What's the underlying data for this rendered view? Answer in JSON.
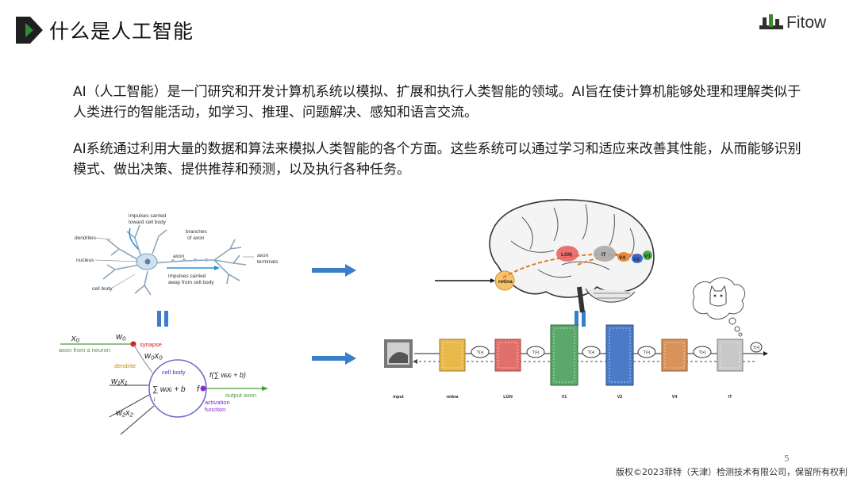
{
  "header": {
    "title": "什么是人工智能",
    "logo_text": "Fitow",
    "accent_color": "#1f1f1f",
    "logo_color": "#4a8a2a"
  },
  "body": {
    "paragraph_1": "AI（人工智能）是一门研究和开发计算机系统以模拟、扩展和执行人类智能的领域。AI旨在使计算机能够处理和理解类似于人类进行的智能活动，如学习、推理、问题解决、感知和语言交流。",
    "paragraph_2": "AI系统通过利用大量的数据和算法来模拟人类智能的各个方面。这些系统可以通过学习和适应来改善其性能，从而能够识别模式、做出决策、提供推荐和预测，以及执行各种任务。"
  },
  "neuron_figure": {
    "impulses_toward": [
      "impulses carried",
      "toward cell body"
    ],
    "branches": [
      "branches",
      "of axon"
    ],
    "dendrites": "dendrites",
    "nucleus": "nucleus",
    "axon": "axon",
    "axon_terminals": [
      "axon",
      "terminals"
    ],
    "impulses_away": [
      "impulses carried",
      "away from cell body"
    ],
    "cell_body": "cell body"
  },
  "perceptron_figure": {
    "x0": "x₀",
    "w0": "w₀",
    "synapse": "synapse",
    "axon_from_neuron": "axon from a neuron",
    "w0x0": "w₀x₀",
    "dendrite": "dendrite",
    "cell_body": "cell body",
    "sum_expr": "∑ wᵢxᵢ + b",
    "i_sub": "i",
    "f_label": "f",
    "f_expr": "f(∑ wᵢxᵢ + b)",
    "output_axon": "output axon",
    "activation": [
      "activation",
      "function"
    ],
    "w1x1": "w₁x₁",
    "w2x2": "w₂x₂"
  },
  "brain_figure": {
    "retina": "retina",
    "lgn": "LGN",
    "it": "IT",
    "v4": "V4",
    "v2": "V2",
    "v1": "V1"
  },
  "cnn_figure": {
    "labels": [
      "input",
      "retina",
      "LGN",
      "V1",
      "V2",
      "V4",
      "IT"
    ],
    "ops": [
      "T(•)",
      "T(•)",
      "T(•)",
      "T(•)",
      "T(•)",
      "T(•)"
    ],
    "layer_colors": [
      "#e8b84a",
      "#e2706a",
      "#5aa86a",
      "#4a7ac8",
      "#d8925a",
      "#b8b8b8"
    ]
  },
  "footer": {
    "page_number": "5",
    "copyright": "版权©2023菲特（天津）检测技术有限公司，保留所有权利"
  }
}
